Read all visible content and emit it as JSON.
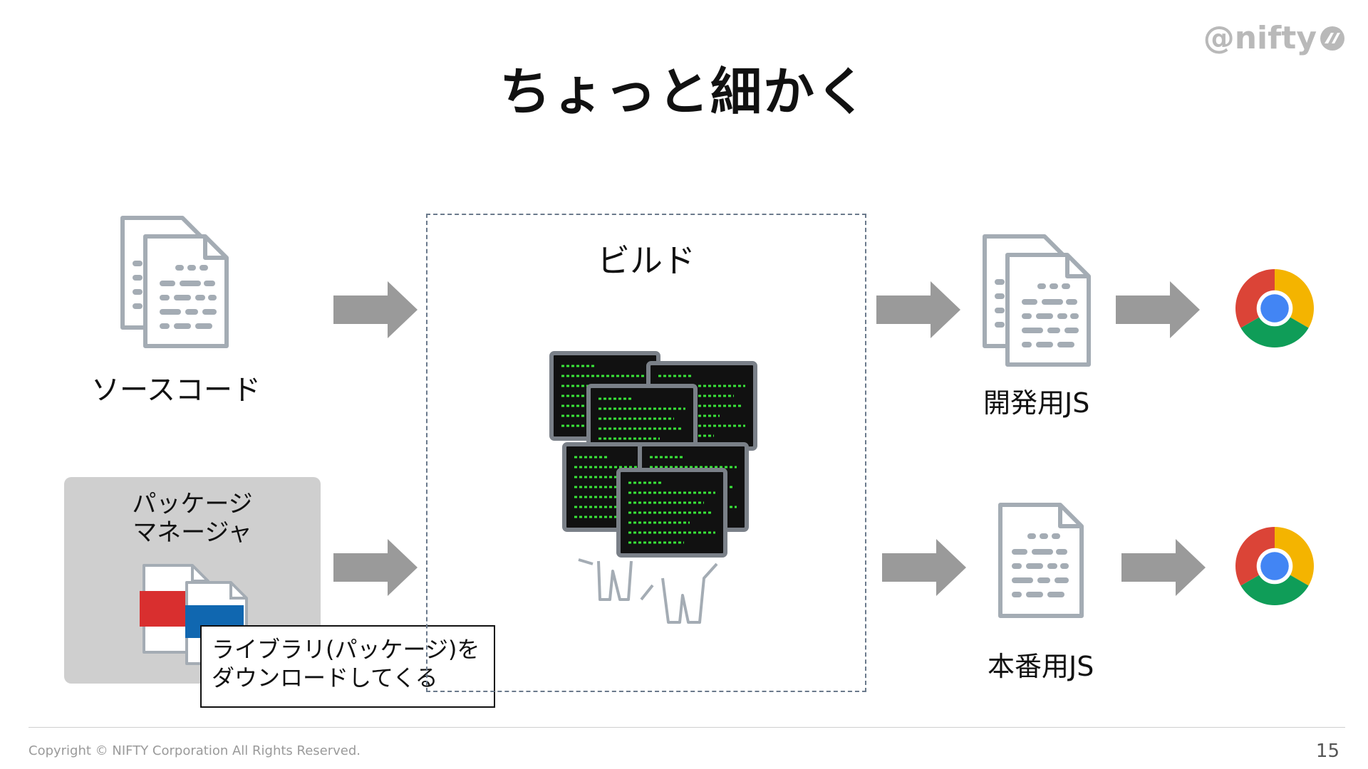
{
  "slide": {
    "title": "ちょっと細かく",
    "logo_text": "@nifty",
    "page_number": "15",
    "copyright": "Copyright © NIFTY Corporation All Rights Reserved."
  },
  "diagram": {
    "source_code_label": "ソースコード",
    "package_manager_label_line1": "パッケージ",
    "package_manager_label_line2": "マネージャ",
    "callout_line1": "ライブラリ(パッケージ)を",
    "callout_line2": "ダウンロードしてくる",
    "build_label": "ビルド",
    "dev_js_label": "開発用JS",
    "prod_js_label": "本番用JS"
  },
  "icons": {
    "documents": "document-stack-icon",
    "document": "document-icon",
    "package": "package-icon",
    "build_workers": "computer-workers-illustration",
    "browser": "chrome-icon",
    "arrow": "arrow-right-icon"
  },
  "colors": {
    "arrow": "#9a9a9a",
    "doc_outline": "#a4acb4",
    "build_border": "#6b7a8c",
    "terminal_text": "#39e639",
    "chrome_red": "#db4437",
    "chrome_green": "#0f9d58",
    "chrome_yellow": "#f4b400",
    "chrome_blue": "#4285f4"
  }
}
